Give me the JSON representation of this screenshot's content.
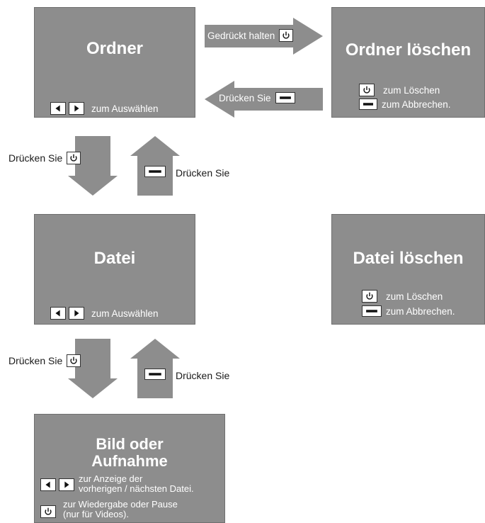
{
  "screens": {
    "ordner": {
      "title": "Ordner",
      "hint": "zum Auswählen"
    },
    "ordner_loeschen": {
      "title": "Ordner löschen",
      "hint1": "zum Löschen",
      "hint2": "zum Abbrechen."
    },
    "datei": {
      "title": "Datei",
      "hint": "zum Auswählen"
    },
    "datei_loeschen": {
      "title": "Datei löschen",
      "hint1": "zum Löschen",
      "hint2": "zum Abbrechen."
    },
    "bild": {
      "title_line1": "Bild oder",
      "title_line2": "Aufnahme",
      "hint1_line1": "zur Anzeige der",
      "hint1_line2": "vorherigen / nächsten Datei.",
      "hint2_line1": "zur Wiedergabe oder Pause",
      "hint2_line2": "(nur für Videos)."
    }
  },
  "arrows": {
    "hold_power": "Gedrückt halten",
    "press_minus_back": "Drücken Sie",
    "down1_label": "Drücken Sie",
    "up1_label": "Drücken Sie",
    "down2_label": "Drücken Sie",
    "up2_label": "Drücken Sie"
  },
  "icons": {
    "power": "power-icon",
    "minus": "minus-icon",
    "left": "left-triangle-icon",
    "right": "right-triangle-icon"
  },
  "colors": {
    "screen_bg": "#8d8d8d",
    "arrow_fill": "#8d8d8d",
    "key_bg": "#ffffff",
    "text_on_screen": "#ffffff",
    "text_label": "#1a1a1a"
  }
}
